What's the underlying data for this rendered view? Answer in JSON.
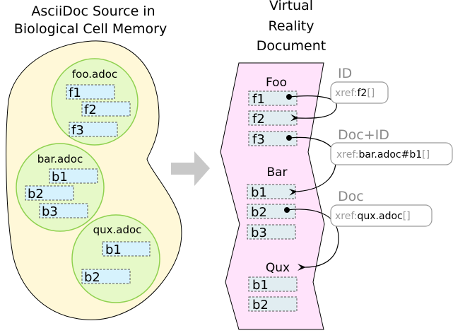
{
  "left_panel": {
    "title_lines": [
      "AsciiDoc Source in",
      "Biological Cell Memory"
    ],
    "cell_fill": "#fff8d8",
    "nucleus_fill": "#e6f9c8",
    "nucleus_stroke": "#8fd14f",
    "item_fill": "#d6f2fd",
    "files": [
      {
        "name": "foo.adoc",
        "items": [
          "f1",
          "f2",
          "f3"
        ]
      },
      {
        "name": "bar.adoc",
        "items": [
          "b1",
          "b2",
          "b3"
        ]
      },
      {
        "name": "qux.adoc",
        "items": [
          "b1",
          "b2"
        ]
      }
    ]
  },
  "arrow": {
    "color": "#c8c8c8"
  },
  "right_panel": {
    "title_lines": [
      "Virtual",
      "Reality",
      "Document"
    ],
    "doc_fill": "#ffe3fb",
    "item_fill": "#e1edf1",
    "sections": [
      {
        "heading": "Foo",
        "items": [
          "f1",
          "f2",
          "f3"
        ]
      },
      {
        "heading": "Bar",
        "items": [
          "b1",
          "b2",
          "b3"
        ]
      },
      {
        "heading": "Qux",
        "items": [
          "b1",
          "b2"
        ]
      }
    ]
  },
  "xrefs": [
    {
      "kind": "ID",
      "prefix": "xref:",
      "target": "f2",
      "suffix": "[]",
      "from": "Foo.f1",
      "to": "Foo.f2"
    },
    {
      "kind": "Doc+ID",
      "prefix": "xref:",
      "target": "bar.adoc#b1",
      "suffix": "[]",
      "from": "Foo.f3",
      "to": "Bar.b1"
    },
    {
      "kind": "Doc",
      "prefix": "xref:",
      "target": "qux.adoc",
      "suffix": "[]",
      "from": "Bar.b2",
      "to": "Qux"
    }
  ]
}
